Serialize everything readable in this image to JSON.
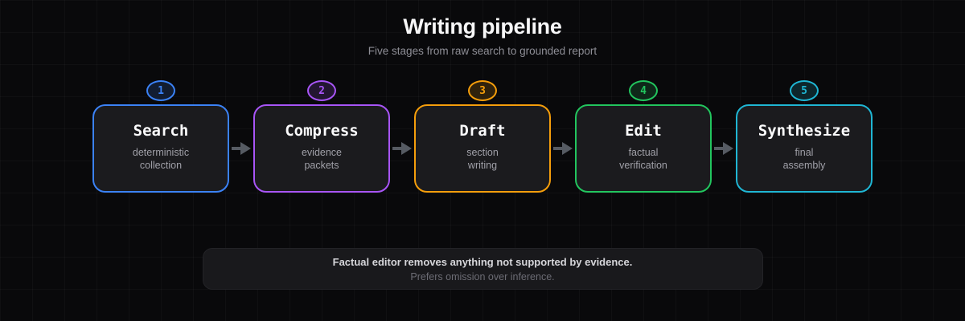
{
  "header": {
    "title": "Writing pipeline",
    "subtitle": "Five stages from raw search to grounded report"
  },
  "stages": [
    {
      "num": "1",
      "title": "Search",
      "subtitle": "deterministic\ncollection",
      "accent": "#3b82f6"
    },
    {
      "num": "2",
      "title": "Compress",
      "subtitle": "evidence\npackets",
      "accent": "#a855f7"
    },
    {
      "num": "3",
      "title": "Draft",
      "subtitle": "section\nwriting",
      "accent": "#f59e0b"
    },
    {
      "num": "4",
      "title": "Edit",
      "subtitle": "factual\nverification",
      "accent": "#22c55e"
    },
    {
      "num": "5",
      "title": "Synthesize",
      "subtitle": "final\nassembly",
      "accent": "#1fb6d4"
    }
  ],
  "note": {
    "line1": "Factual editor removes anything not supported by evidence.",
    "line2": "Prefers omission over inference."
  },
  "colors": {
    "background": "#09090b",
    "grid_line": "#121215",
    "box_fill": "#1b1b1e",
    "arrow": "#565b63",
    "title_text": "#f7f7f8",
    "subtitle_text": "#8e8e96"
  }
}
